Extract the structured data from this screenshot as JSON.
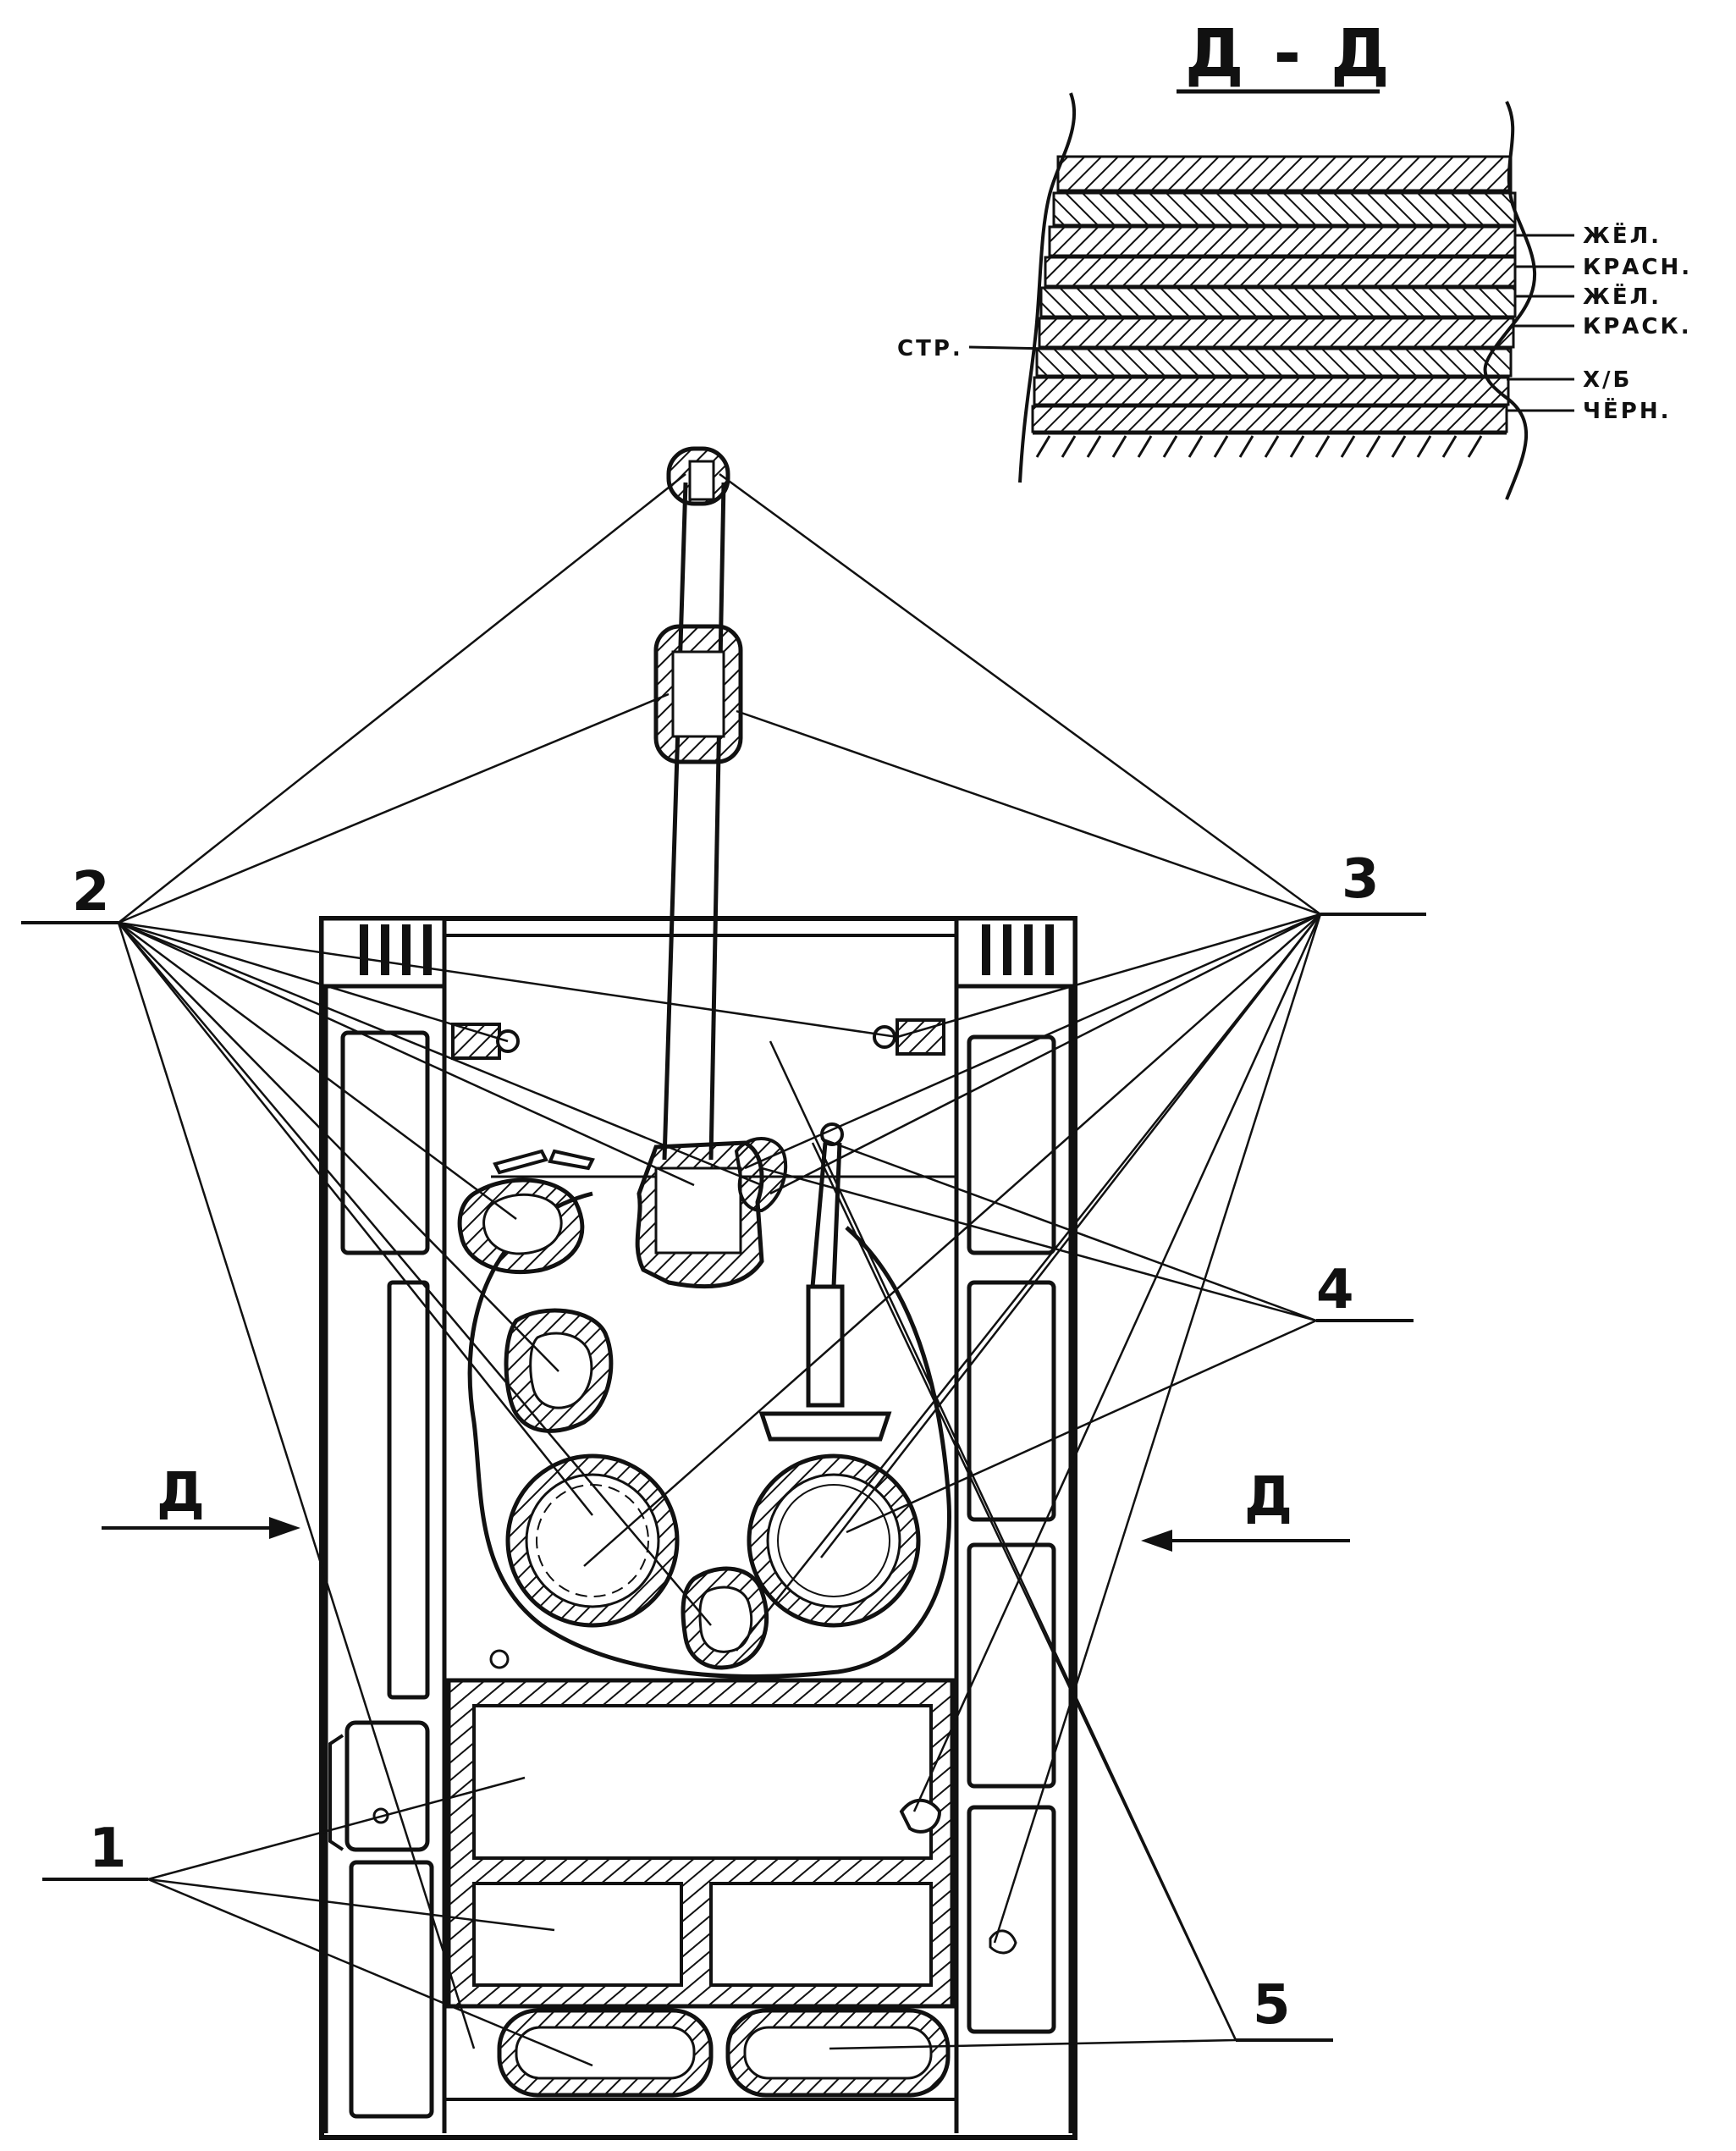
{
  "section_title": "Д - Д",
  "layers": [
    {
      "label": "ЖЁЛ."
    },
    {
      "label": "КРАСН."
    },
    {
      "label": "ЖЁЛ."
    },
    {
      "label": "КРАСК."
    },
    {
      "label": "Х/Б"
    },
    {
      "label": "ЧЁРН."
    }
  ],
  "left_layer_label": "СТР.",
  "callouts": {
    "c1": "1",
    "c2": "2",
    "c3": "3",
    "c4": "4",
    "c5": "5"
  },
  "section_arrow_left": "Д",
  "section_arrow_right": "Д"
}
